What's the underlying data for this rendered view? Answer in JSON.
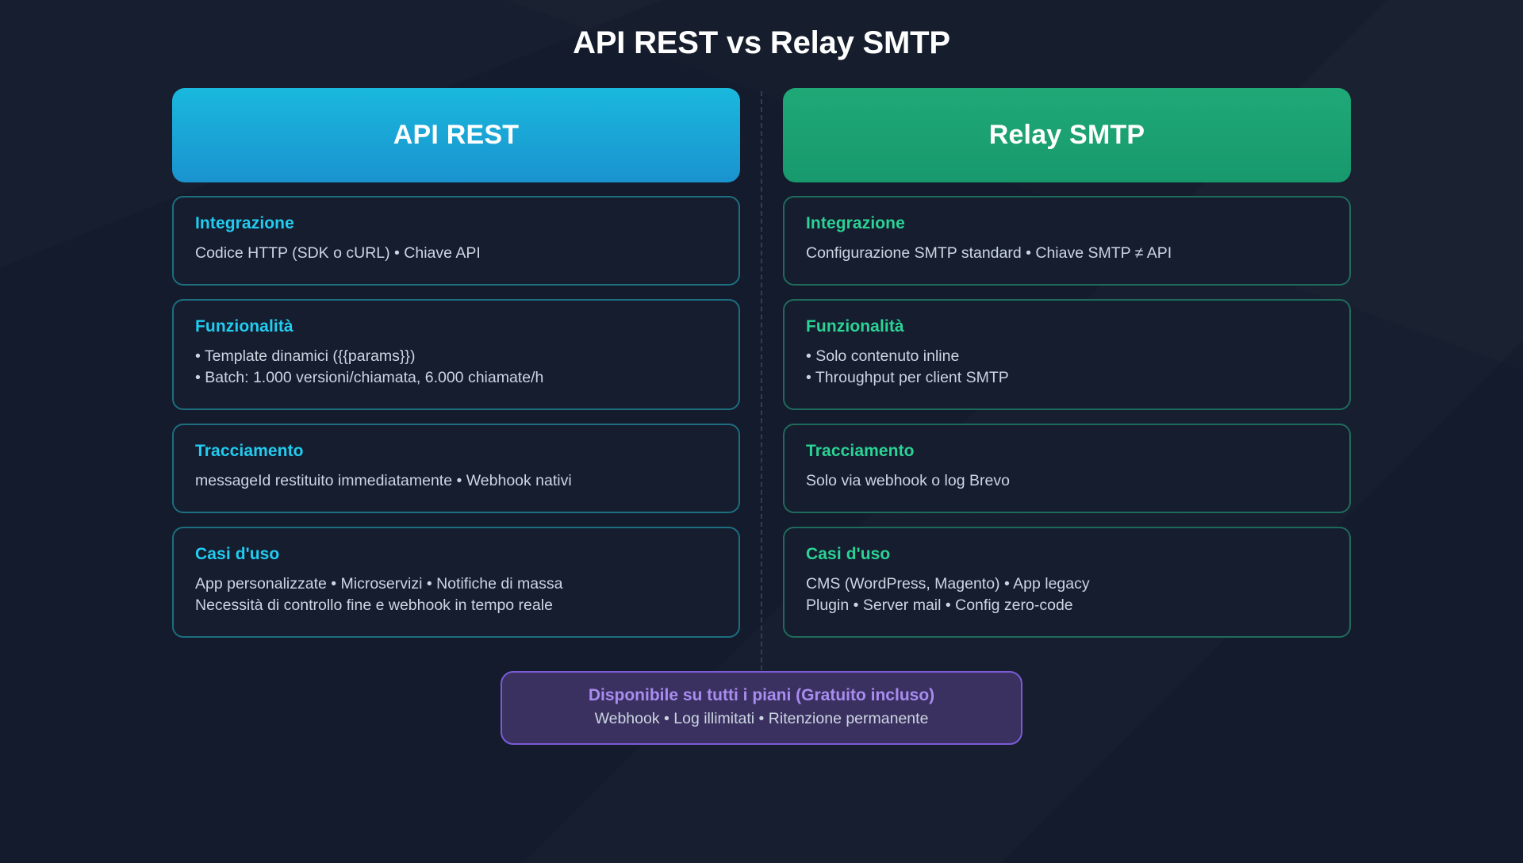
{
  "page": {
    "title": "API REST vs Relay SMTP",
    "background_color": "#131b2c"
  },
  "columns": [
    {
      "id": "api-rest",
      "header_label": "API REST",
      "accent_color": "#22ccf0",
      "header_gradient_from": "#1ab8dd",
      "header_gradient_to": "#1a93cf",
      "border_color": "#1d6e7e",
      "sections": [
        {
          "title": "Integrazione",
          "lines": [
            "Codice HTTP (SDK o cURL) • Chiave API"
          ]
        },
        {
          "title": "Funzionalità",
          "lines": [
            "• Template dinamici ({{params}})",
            "• Batch: 1.000 versioni/chiamata, 6.000 chiamate/h"
          ]
        },
        {
          "title": "Tracciamento",
          "lines": [
            "messageId restituito immediatamente • Webhook nativi"
          ]
        },
        {
          "title": "Casi d'uso",
          "lines": [
            "App personalizzate • Microservizi • Notifiche di massa",
            "Necessità di controllo fine e webhook in tempo reale"
          ]
        }
      ]
    },
    {
      "id": "relay-smtp",
      "header_label": "Relay SMTP",
      "accent_color": "#2bd394",
      "header_gradient_from": "#1fa977",
      "header_gradient_to": "#17996d",
      "border_color": "#1f6b5b",
      "sections": [
        {
          "title": "Integrazione",
          "lines": [
            "Configurazione SMTP standard • Chiave SMTP ≠ API"
          ]
        },
        {
          "title": "Funzionalità",
          "lines": [
            "• Solo contenuto inline",
            "• Throughput per client SMTP"
          ]
        },
        {
          "title": "Tracciamento",
          "lines": [
            "Solo via webhook o log Brevo"
          ]
        },
        {
          "title": "Casi d'uso",
          "lines": [
            "CMS (WordPress, Magento) • App legacy",
            "Plugin • Server mail • Config zero-code"
          ]
        }
      ]
    }
  ],
  "footer": {
    "title": "Disponibile su tutti i piani (Gratuito incluso)",
    "subtitle": "Webhook • Log illimitati • Ritenzione permanente",
    "border_color": "#7b5bd6",
    "background_color": "#3a3160",
    "title_color": "#a98cf0"
  }
}
